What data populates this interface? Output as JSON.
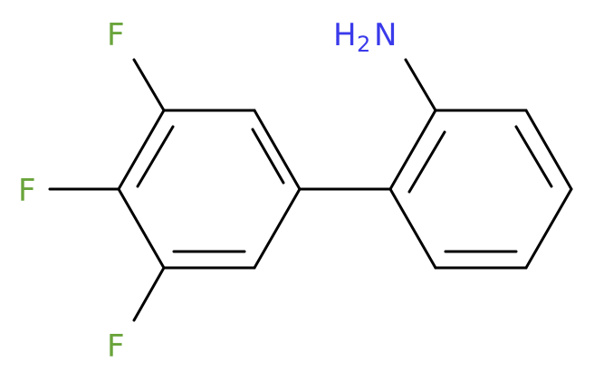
{
  "colors": {
    "background": "#ffffff",
    "bond": "#000000",
    "fluorine": "#6aa43c",
    "nitrogen": "#3a3aeb"
  },
  "labels": {
    "f_top": "F",
    "f_middle": "F",
    "f_bottom": "F",
    "amine_h": "H",
    "amine_sub": "2",
    "amine_n": "N"
  }
}
